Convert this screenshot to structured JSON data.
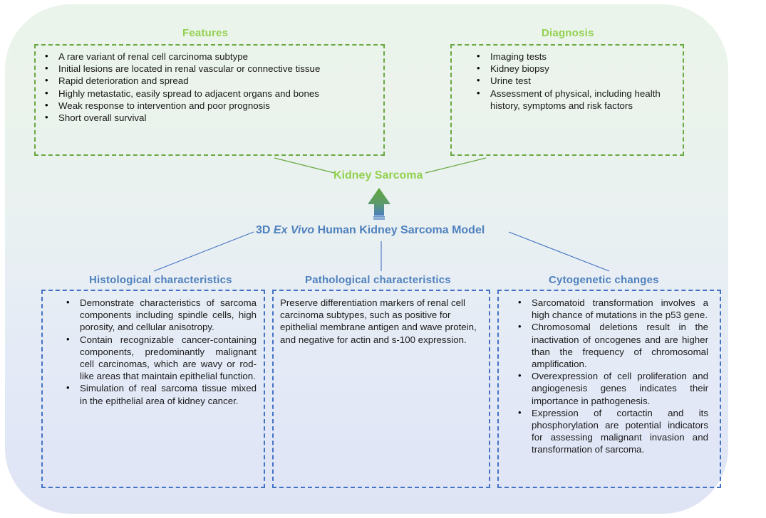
{
  "diagram": {
    "background": {
      "gradient_top": "#eaf4ea",
      "gradient_bottom": "#dfe4f5"
    },
    "colors": {
      "green_accent": "#92d14f",
      "green_border": "#6aa841",
      "blue_accent": "#4f81bd",
      "blue_border": "#4472c4",
      "text": "#1a1a1a"
    },
    "center_nodes": {
      "top_label": "Kidney Sarcoma",
      "bottom_label_prefix": "3D ",
      "bottom_label_italic": "Ex Vivo",
      "bottom_label_suffix": " Human Kidney Sarcoma Model"
    },
    "arrow": {
      "name": "upward-arrow",
      "gradient_from": "#5fa83b",
      "gradient_to": "#4a7fbf"
    },
    "top_sections": [
      {
        "heading": "Features",
        "bullets": [
          "A rare variant of renal cell carcinoma subtype",
          "Initial lesions are located in renal vascular or connective tissue",
          "Rapid deterioration and spread",
          "Highly metastatic, easily spread to adjacent organs and bones",
          "Weak response to intervention and poor prognosis",
          "Short overall survival"
        ]
      },
      {
        "heading": "Diagnosis",
        "bullets": [
          "Imaging tests",
          "Kidney biopsy",
          "Urine test",
          "Assessment of physical, including health history, symptoms and risk factors"
        ]
      }
    ],
    "bottom_sections": [
      {
        "heading": "Histological characteristics",
        "bullets": [
          "Demonstrate characteristics of sarcoma components including spindle cells, high porosity, and cellular anisotropy.",
          "Contain recognizable cancer-containing components, predominantly malignant cell carcinomas, which are wavy or rod-like areas that maintain epithelial function.",
          "Simulation of real sarcoma tissue mixed in the epithelial area of kidney cancer."
        ]
      },
      {
        "heading": "Pathological characteristics",
        "paragraph": "Preserve differentiation markers of renal cell carcinoma subtypes, such as positive for epithelial membrane antigen and wave protein, and negative for actin and s-100 expression."
      },
      {
        "heading": "Cytogenetic changes",
        "bullets": [
          "Sarcomatoid transformation involves a high chance of mutations in the p53 gene.",
          "Chromosomal deletions result in the inactivation of oncogenes and are higher than the frequency of chromosomal amplification.",
          "Overexpression of cell proliferation and angiogenesis genes indicates their importance in pathogenesis.",
          "Expression of cortactin and its phosphorylation are potential indicators for assessing malignant invasion and transformation of sarcoma."
        ]
      }
    ]
  }
}
